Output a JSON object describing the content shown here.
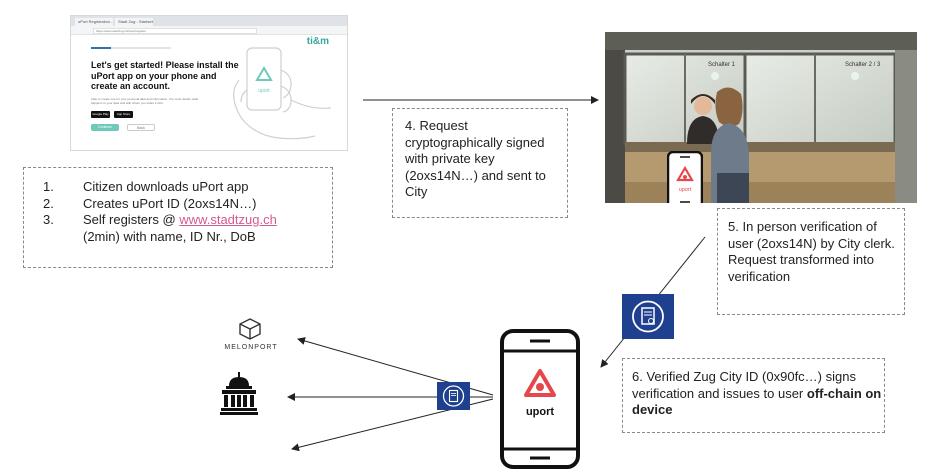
{
  "browser": {
    "tabs": [
      "uPort Registration - Zug",
      "Stadt Zug - Startseite"
    ],
    "address": "https://www.stadtzug.ch/uport/register",
    "brand": "ti&m",
    "headline": "Let's get started! Please install the uPort app on your phone and create an account.",
    "small_text": "After to create one for your personal data and information. You must decide what happens to your data and with whom you share it with.",
    "google_play": "Google Play",
    "app_store": "App Store",
    "continue_label": "Continue",
    "back_label": "Back",
    "phone_label": "uport"
  },
  "steps_box": {
    "items": [
      {
        "num": "1.",
        "text": "Citizen downloads uPort app"
      },
      {
        "num": "2.",
        "text": "Creates uPort ID (2oxs14N…)"
      },
      {
        "num": "3.",
        "pre": "Self registers @ ",
        "link": "www.stadtzug.ch",
        "post": "(2min) with name, ID Nr., DoB"
      }
    ]
  },
  "request_box": {
    "text": "4. Request cryptographically signed with private key (2oxs14N…) and sent to City"
  },
  "verify_box": {
    "text": "5. In person verification of user (2oxs14N) by City clerk. Request transformed into verification"
  },
  "issue_box": {
    "pre": "6. Verified Zug City ID (0x90fc…) signs verification and issues to user ",
    "bold": "off-chain on device"
  },
  "phone_large": {
    "label": "uport"
  },
  "phone_small": {
    "label": "uport"
  },
  "melonport": {
    "label": "MELONPORT"
  },
  "photo": {
    "counter1": "Schalter 1",
    "counter2": "Schalter 2 / 3"
  },
  "colors": {
    "uport_red": "#e5474c",
    "badge_blue": "#1f3f8f",
    "link_pink": "#d55a91"
  }
}
